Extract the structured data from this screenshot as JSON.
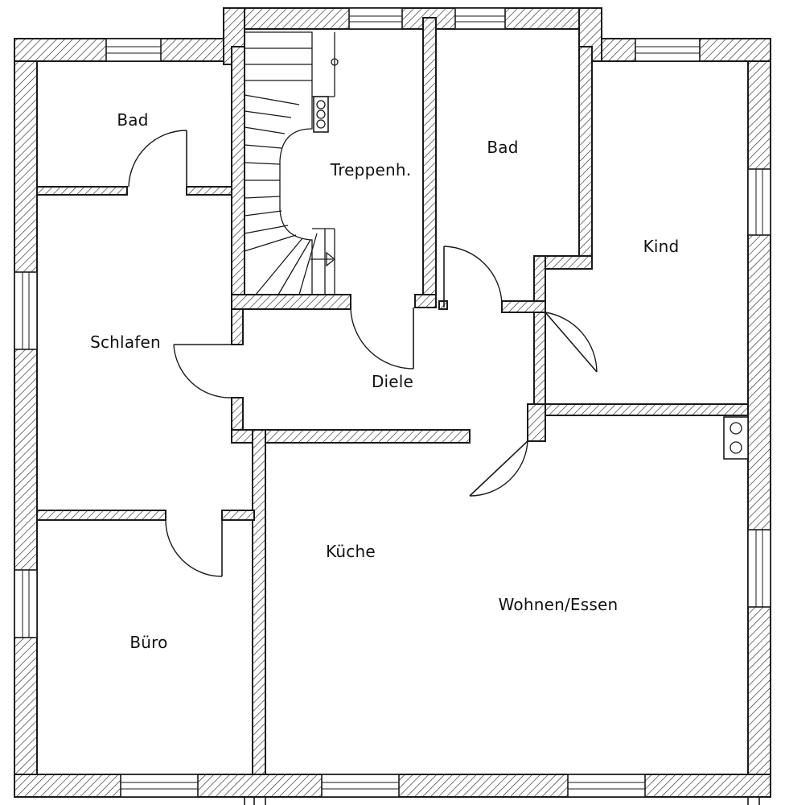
{
  "plan": {
    "rooms": [
      {
        "id": "bad-left",
        "label": "Bad"
      },
      {
        "id": "treppenhaus",
        "label": "Treppenh."
      },
      {
        "id": "bad-right",
        "label": "Bad"
      },
      {
        "id": "kind",
        "label": "Kind"
      },
      {
        "id": "schlafen",
        "label": "Schlafen"
      },
      {
        "id": "diele",
        "label": "Diele"
      },
      {
        "id": "kueche",
        "label": "Küche"
      },
      {
        "id": "wohnen-essen",
        "label": "Wohnen/Essen"
      },
      {
        "id": "buero",
        "label": "Büro"
      }
    ]
  }
}
